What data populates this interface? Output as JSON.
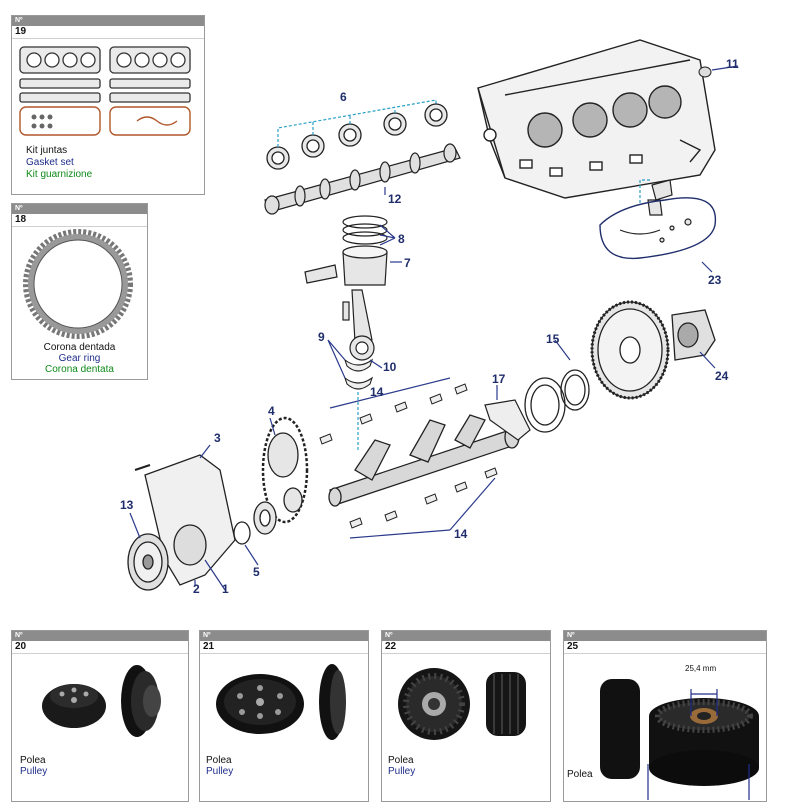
{
  "cards": {
    "c19": {
      "header": "Nº",
      "number": "19",
      "es": "Kit juntas",
      "en": "Gasket set",
      "it": "Kit guarnizione"
    },
    "c18": {
      "header": "Nº",
      "number": "18",
      "es": "Corona dentada",
      "en": "Gear ring",
      "it": "Corona dentata"
    },
    "c20": {
      "header": "Nº",
      "number": "20",
      "es": "Polea",
      "en": "Pulley"
    },
    "c21": {
      "header": "Nº",
      "number": "21",
      "es": "Polea",
      "en": "Pulley"
    },
    "c22": {
      "header": "Nº",
      "number": "22",
      "es": "Polea",
      "en": "Pulley"
    },
    "c25": {
      "header": "Nº",
      "number": "25",
      "es": "Polea",
      "dimension": "25,4 mm"
    }
  },
  "callouts": {
    "n1": "1",
    "n2": "2",
    "n3": "3",
    "n4": "4",
    "n5": "5",
    "n6": "6",
    "n7": "7",
    "n8": "8",
    "n9": "9",
    "n10": "10",
    "n11": "11",
    "n12": "12",
    "n13": "13",
    "n14a": "14",
    "n14b": "14",
    "n15": "15",
    "n17": "17",
    "n23": "23",
    "n24": "24"
  },
  "colors": {
    "callout": "#1f2d6b",
    "leader": "#2a3a8c",
    "dashed": "#2aa0c8",
    "card_header": "#8c8c8c",
    "spanish": "#111111",
    "english": "#1f2d8a",
    "italian": "#0e8a1a"
  }
}
